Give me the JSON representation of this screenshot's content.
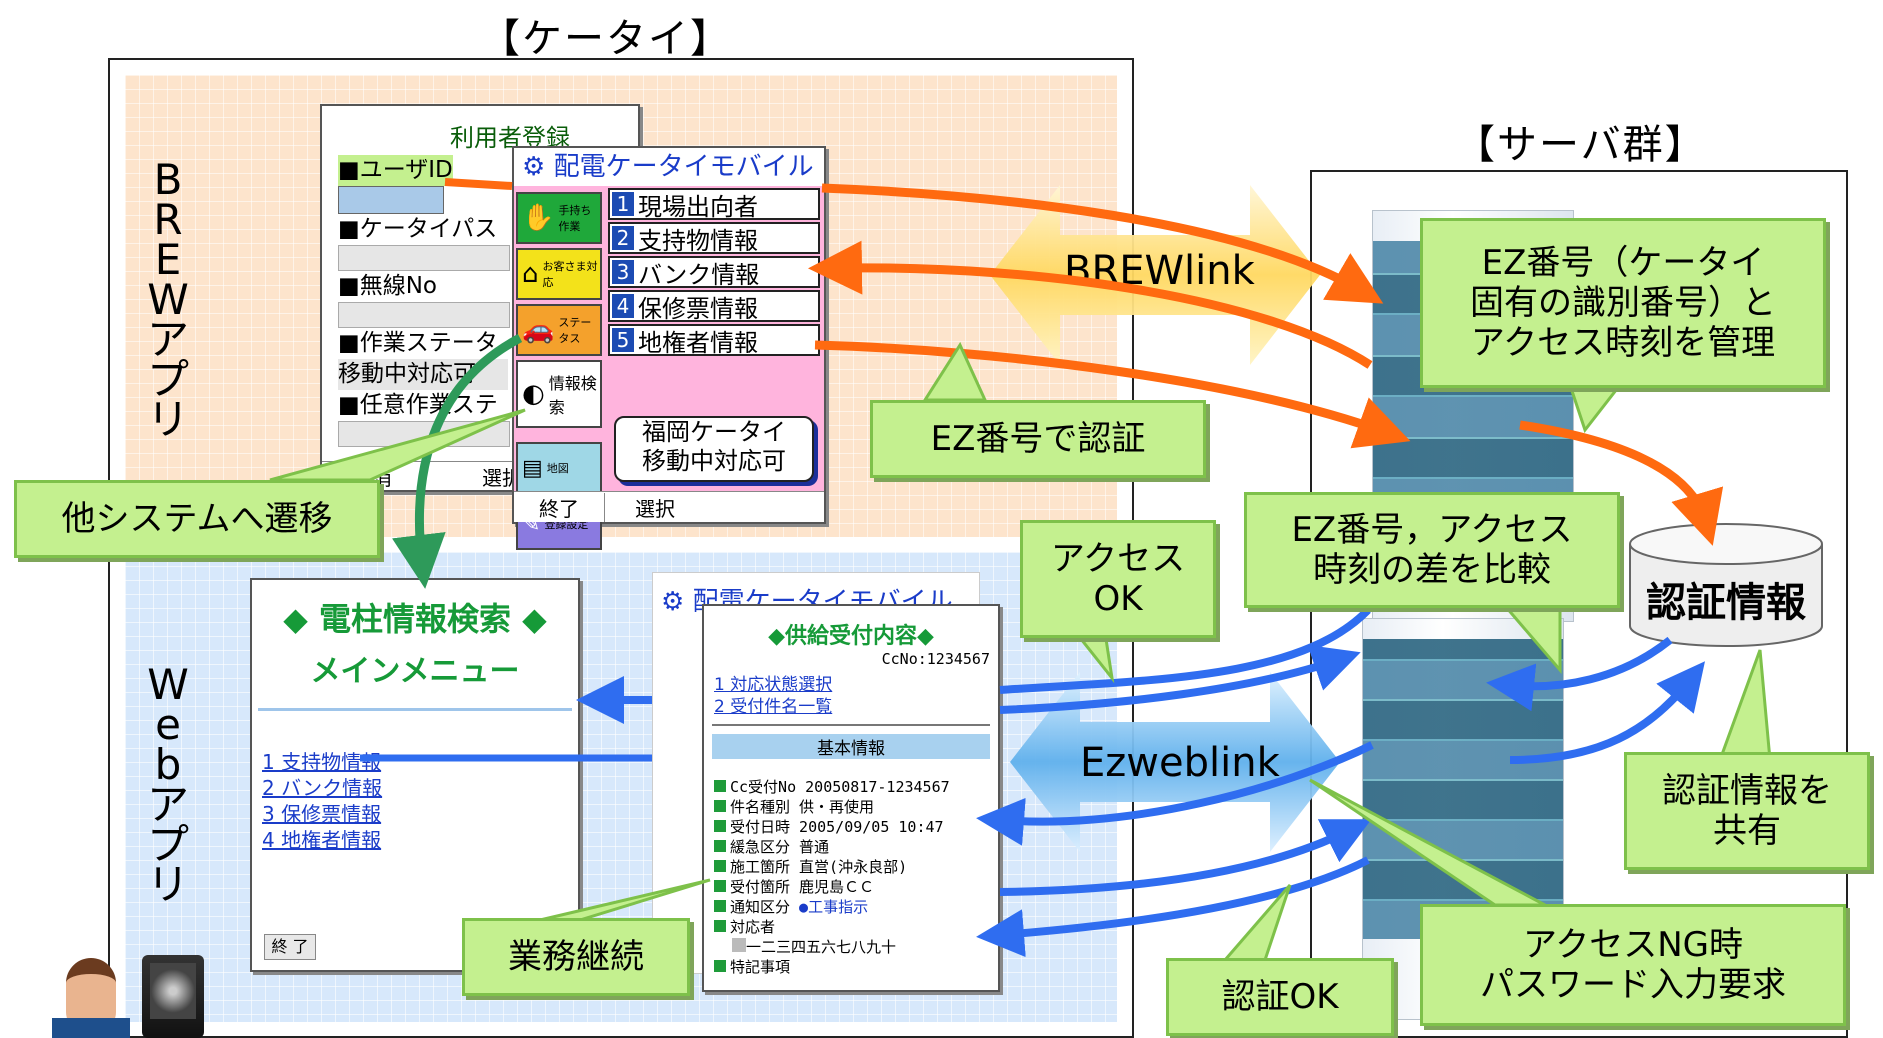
{
  "headers": {
    "keitai": "【ケータイ】",
    "servers": "【サーバ群】"
  },
  "side_labels": {
    "brew": "BREWアプリ",
    "web": "Webアプリ"
  },
  "brew_register": {
    "title": "利用者登録",
    "fields": [
      "■ユーザID",
      "■ケータイパス",
      "■無線No",
      "■作業ステータ",
      "移動中対応可",
      "■任意作業ステ"
    ],
    "softkeys": [
      "取消",
      "選択"
    ]
  },
  "brew_menu": {
    "title": "配電ケータイモバイル",
    "icons": [
      "手持ち作業",
      "お客さま対応",
      "ステータス",
      "情報検索",
      "地図",
      "登録設定"
    ],
    "items": [
      {
        "num": "1",
        "label": "現場出向者"
      },
      {
        "num": "2",
        "label": "支持物情報"
      },
      {
        "num": "3",
        "label": "バンク情報"
      },
      {
        "num": "4",
        "label": "保修票情報"
      },
      {
        "num": "5",
        "label": "地権者情報"
      }
    ],
    "status_line1": "福岡ケータイ",
    "status_line2": "移動中対応可",
    "softkeys": [
      "終了",
      "選択"
    ]
  },
  "web_main": {
    "title1": "電柱情報検索",
    "title2": "メインメニュー",
    "links": [
      "1 支持物情報",
      "2 バンク情報",
      "3 保修票情報",
      "4 地権者情報"
    ],
    "end_button": "終 了"
  },
  "web_back": {
    "title": "配電ケータイモバイル"
  },
  "web_detail": {
    "title": "◆供給受付内容◆",
    "ccno": "CcNo:1234567",
    "links": [
      "1 対応状態選択",
      "2 受付件名一覧"
    ],
    "section": "基本情報",
    "rows": [
      {
        "k": "Cc受付No",
        "v": "20050817-1234567"
      },
      {
        "k": "件名種別",
        "v": "供・再使用"
      },
      {
        "k": "受付日時",
        "v": "2005/09/05 10:47"
      },
      {
        "k": "緩急区分",
        "v": "普通"
      },
      {
        "k": "施工箇所",
        "v": "直営(沖永良部)"
      },
      {
        "k": "受付箇所",
        "v": "鹿児島ＣＣ"
      },
      {
        "k": "通知区分",
        "v": "●工事指示"
      },
      {
        "k": "対応者",
        "v": ""
      }
    ],
    "input_row": "一二三四五六七八九十",
    "last_row": "特記事項"
  },
  "links": {
    "brew": "BREWlink",
    "ezweb": "Ezweblink"
  },
  "db": {
    "label": "認証情報"
  },
  "callouts": {
    "other_system": "他システムへ遷移",
    "ez_auth": "EZ番号で認証",
    "ez_manage": "EZ番号（ケータイ\n固有の識別番号）と\nアクセス時刻を管理",
    "access_ok": "アクセス\nOK",
    "compare": "EZ番号，アクセス\n時刻の差を比較",
    "share": "認証情報を\n共有",
    "continue": "業務継続",
    "auth_ok": "認証OK",
    "ng": "アクセスNG時\nパスワード入力要求"
  },
  "colors": {
    "orange_arrow": "#ff6a10",
    "blue_arrow": "#2f6df0",
    "green_arrow": "#2e9a5a",
    "callout_fill": "#c4f08f",
    "brew_bg": "#fde4cc",
    "web_bg": "#d7e8fb"
  }
}
